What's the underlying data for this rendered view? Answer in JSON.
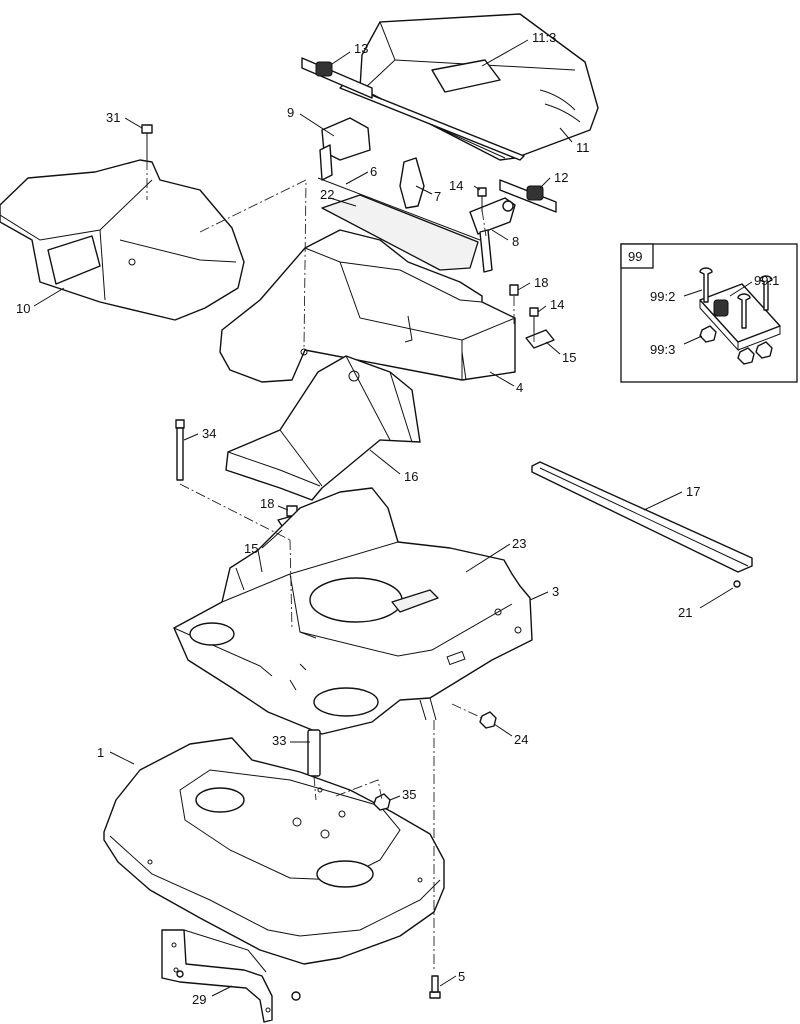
{
  "callouts": {
    "c1": "1",
    "c3": "3",
    "c4": "4",
    "c5": "5",
    "c6": "6",
    "c7": "7",
    "c8": "8",
    "c9": "9",
    "c10": "10",
    "c11": "11",
    "c11_3": "11:3",
    "c12": "12",
    "c13": "13",
    "c14a": "14",
    "c14b": "14",
    "c15a": "15",
    "c15b": "15",
    "c16": "16",
    "c17": "17",
    "c18a": "18",
    "c18b": "18",
    "c21": "21",
    "c22": "22",
    "c23": "23",
    "c24": "24",
    "c29": "29",
    "c31": "31",
    "c33": "33",
    "c34": "34",
    "c35": "35"
  },
  "kit": {
    "number": "99",
    "c99_1": "99:1",
    "c99_2": "99:2",
    "c99_3": "99:3"
  }
}
